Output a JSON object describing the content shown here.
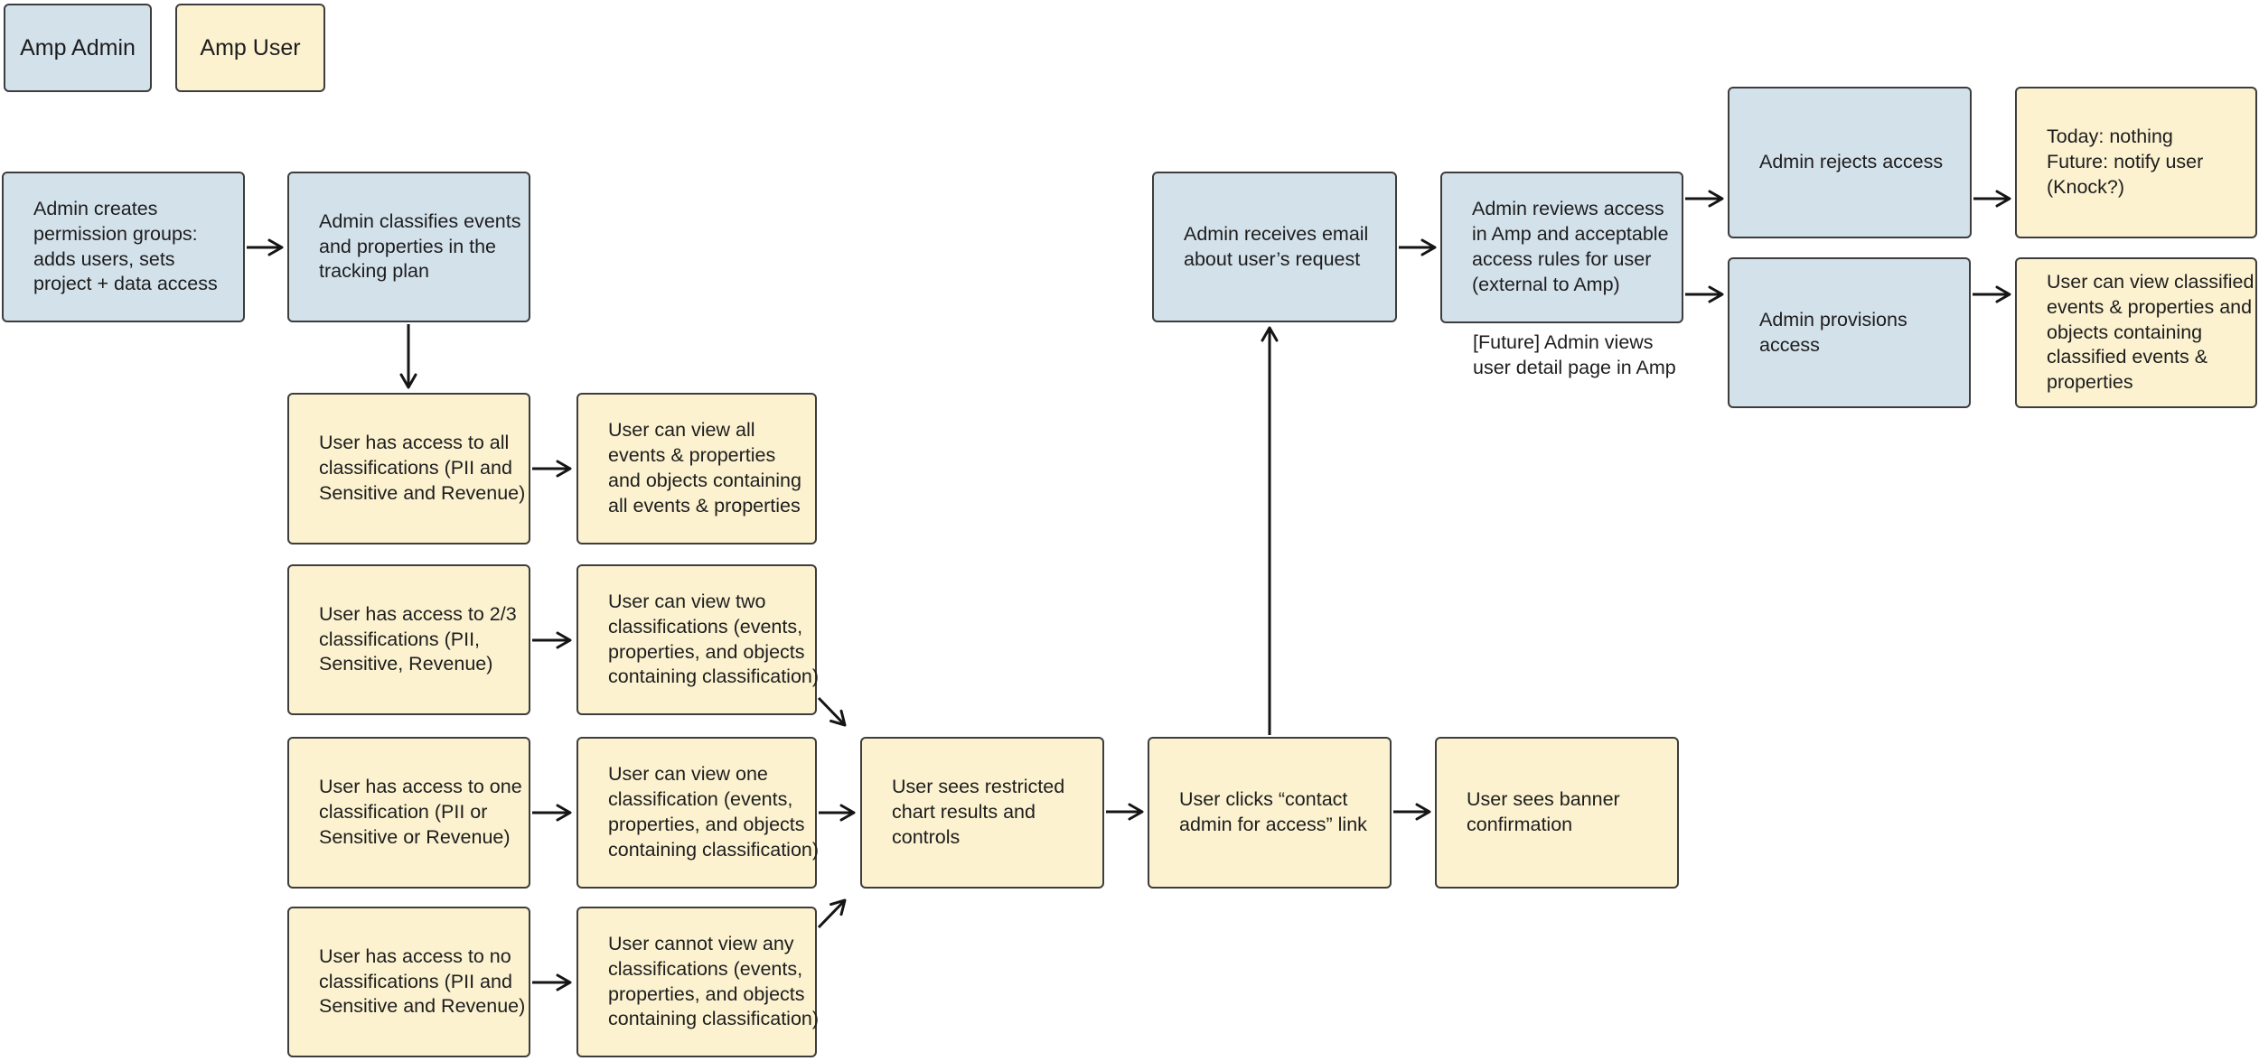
{
  "legend": {
    "amp_admin": "Amp Admin",
    "amp_user": "Amp User"
  },
  "nodes": {
    "admin_creates": {
      "actor": "admin",
      "text": "Admin creates\npermission groups:\nadds users, sets\nproject + data access"
    },
    "admin_classifies": {
      "actor": "admin",
      "text": "Admin classifies events\nand properties in the\ntracking plan"
    },
    "access_all": {
      "actor": "user",
      "text": "User has access to all\nclassifications (PII and\nSensitive and Revenue)"
    },
    "view_all": {
      "actor": "user",
      "text": "User can view all\nevents & properties\nand objects containing\nall events & properties"
    },
    "access_two": {
      "actor": "user",
      "text": "User has access to 2/3\nclassifications (PII,\nSensitive, Revenue)"
    },
    "view_two": {
      "actor": "user",
      "text": "User can view two\nclassifications (events,\nproperties, and objects\ncontaining classification)"
    },
    "access_one": {
      "actor": "user",
      "text": "User has access to one\nclassification (PII or\nSensitive or Revenue)"
    },
    "view_one": {
      "actor": "user",
      "text": "User can view one\nclassification (events,\nproperties, and objects\ncontaining classification)"
    },
    "access_none": {
      "actor": "user",
      "text": "User has access to no\nclassifications (PII and\nSensitive and Revenue)"
    },
    "view_none": {
      "actor": "user",
      "text": "User cannot view any\nclassifications (events,\nproperties, and objects\ncontaining classification)"
    },
    "restricted": {
      "actor": "user",
      "text": "User sees restricted\nchart results and\ncontrols"
    },
    "clicks_contact": {
      "actor": "user",
      "text": "User clicks “contact\nadmin for access” link"
    },
    "banner": {
      "actor": "user",
      "text": "User sees banner\nconfirmation"
    },
    "receives_email": {
      "actor": "admin",
      "text": "Admin receives email\nabout user’s request"
    },
    "reviews_access": {
      "actor": "admin",
      "text": "Admin reviews access\nin Amp and acceptable\naccess rules for user\n(external to Amp)"
    },
    "rejects_access": {
      "actor": "admin",
      "text": "Admin rejects access"
    },
    "today_nothing": {
      "actor": "user",
      "text": "Today: nothing\nFuture: notify user\n(Knock?)"
    },
    "provisions_access": {
      "actor": "admin",
      "text": "Admin provisions\naccess"
    },
    "view_classified": {
      "actor": "user",
      "text": "User can view classified\nevents & properties and\nobjects containing\nclassified events &\nproperties"
    }
  },
  "annotations": {
    "future_note": "[Future] Admin views\nuser detail page in Amp"
  },
  "connectors": [
    {
      "from": "admin_creates",
      "to": "admin_classifies"
    },
    {
      "from": "admin_classifies",
      "to": "access_all"
    },
    {
      "from": "access_all",
      "to": "view_all"
    },
    {
      "from": "access_two",
      "to": "view_two"
    },
    {
      "from": "access_one",
      "to": "view_one"
    },
    {
      "from": "access_none",
      "to": "view_none"
    },
    {
      "from": "view_two",
      "to": "restricted"
    },
    {
      "from": "view_one",
      "to": "restricted"
    },
    {
      "from": "view_none",
      "to": "restricted"
    },
    {
      "from": "restricted",
      "to": "clicks_contact"
    },
    {
      "from": "clicks_contact",
      "to": "banner"
    },
    {
      "from": "clicks_contact",
      "to": "receives_email"
    },
    {
      "from": "receives_email",
      "to": "reviews_access"
    },
    {
      "from": "reviews_access",
      "to": "rejects_access"
    },
    {
      "from": "reviews_access",
      "to": "provisions_access"
    },
    {
      "from": "rejects_access",
      "to": "today_nothing"
    },
    {
      "from": "provisions_access",
      "to": "view_classified"
    }
  ],
  "colors": {
    "admin_fill": "#d3e1eb",
    "user_fill": "#fcf2d0",
    "border": "#3d3d3d",
    "arrow": "#151515",
    "text": "#1d1d1d",
    "background": "#ffffff"
  }
}
